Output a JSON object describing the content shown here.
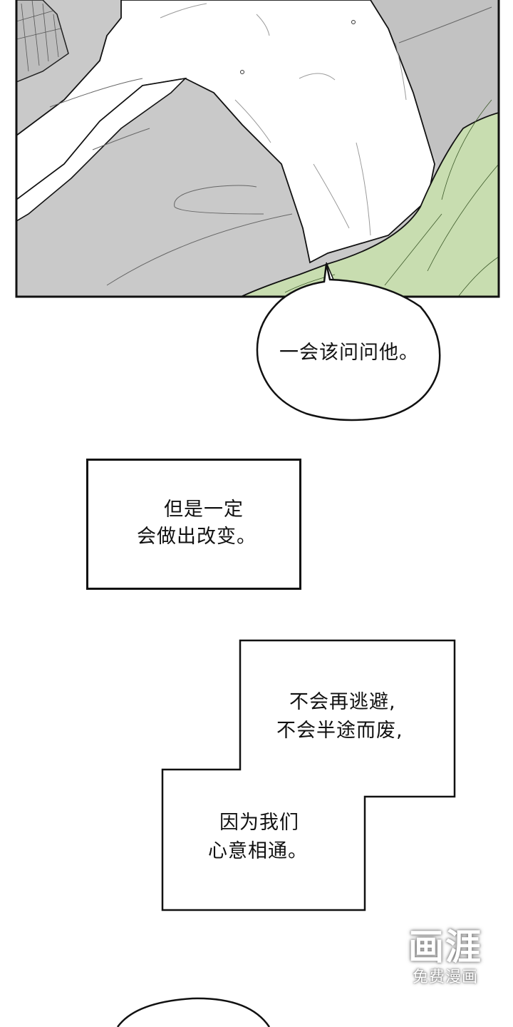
{
  "comic": {
    "panel_illustration": {
      "description": "shirtless figure lying on gray bedding with green blanket",
      "colors": {
        "gray_sheet": "#c9c9c9",
        "gray_shadow": "#b4b4b4",
        "green_blanket": "#c8ddb0",
        "skin": "#ffffff",
        "outline": "#111111"
      }
    },
    "speech_bubble": {
      "text": "一会该问问他。"
    },
    "caption_box_1": {
      "line1": "但是一定",
      "line2": "会做出改变。"
    },
    "caption_box_2": {
      "upper": {
        "line1": "不会再逃避,",
        "line2": "不会半途而废,"
      },
      "lower": {
        "line1": "因为我们",
        "line2": "心意相通。"
      }
    },
    "watermark": {
      "logo": "画涯",
      "subtitle": "免费漫画"
    }
  }
}
